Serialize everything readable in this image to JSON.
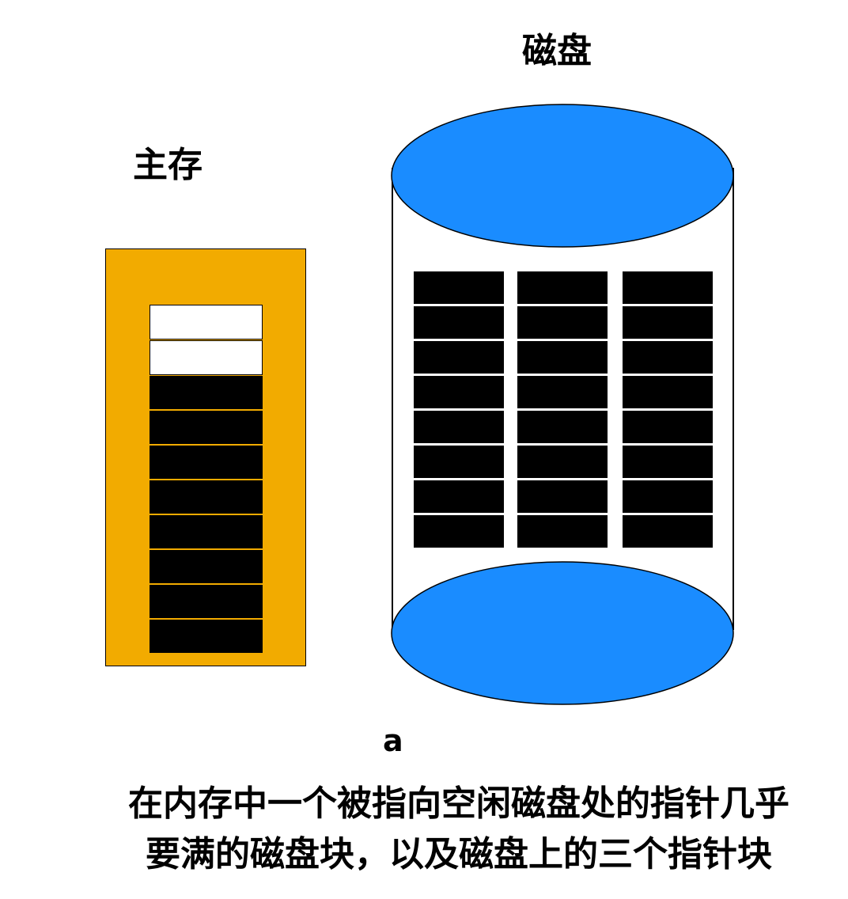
{
  "labels": {
    "disk": "磁盘",
    "memory": "主存",
    "figure": "a"
  },
  "caption": {
    "line1": "在内存中一个被指向空闲磁盘处的指针几乎",
    "line2": "要满的磁盘块，以及磁盘上的三个指针块"
  },
  "memory_block": {
    "free_slots": 2,
    "used_slots": 8
  },
  "disk_blocks": {
    "columns": 3,
    "rows": 8
  },
  "colors": {
    "memory_bg": "#f2ab00",
    "disk_ellipse": "#1a8cff",
    "block": "#000000",
    "free": "#ffffff"
  }
}
